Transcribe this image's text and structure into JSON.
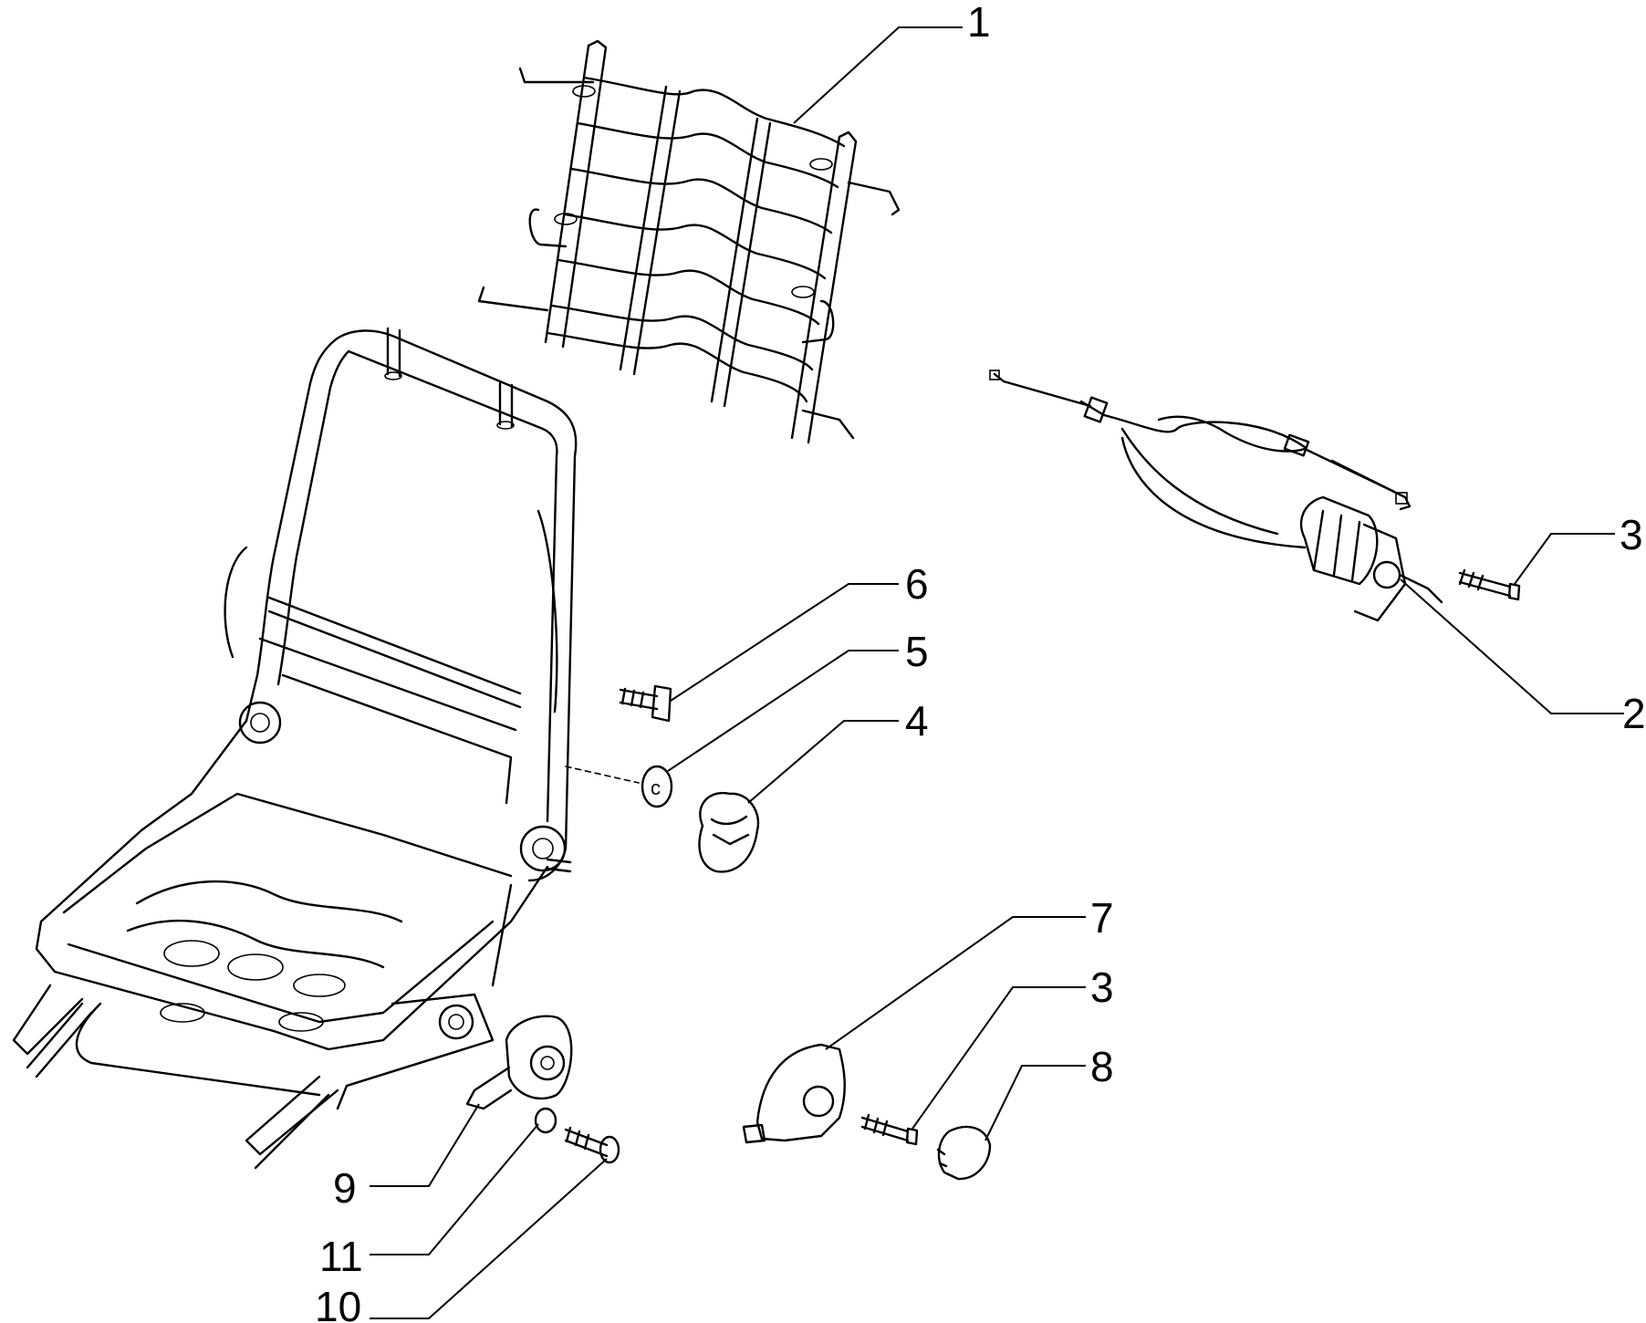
{
  "diagram": {
    "callouts": [
      {
        "id": "c1",
        "label": "1"
      },
      {
        "id": "c2",
        "label": "2"
      },
      {
        "id": "c3a",
        "label": "3"
      },
      {
        "id": "c3b",
        "label": "3"
      },
      {
        "id": "c4",
        "label": "4"
      },
      {
        "id": "c5",
        "label": "5"
      },
      {
        "id": "c6",
        "label": "6"
      },
      {
        "id": "c7",
        "label": "7"
      },
      {
        "id": "c8",
        "label": "8"
      },
      {
        "id": "c9",
        "label": "9"
      },
      {
        "id": "c10",
        "label": "10"
      },
      {
        "id": "c11",
        "label": "11"
      }
    ],
    "washer_marking": "c"
  }
}
